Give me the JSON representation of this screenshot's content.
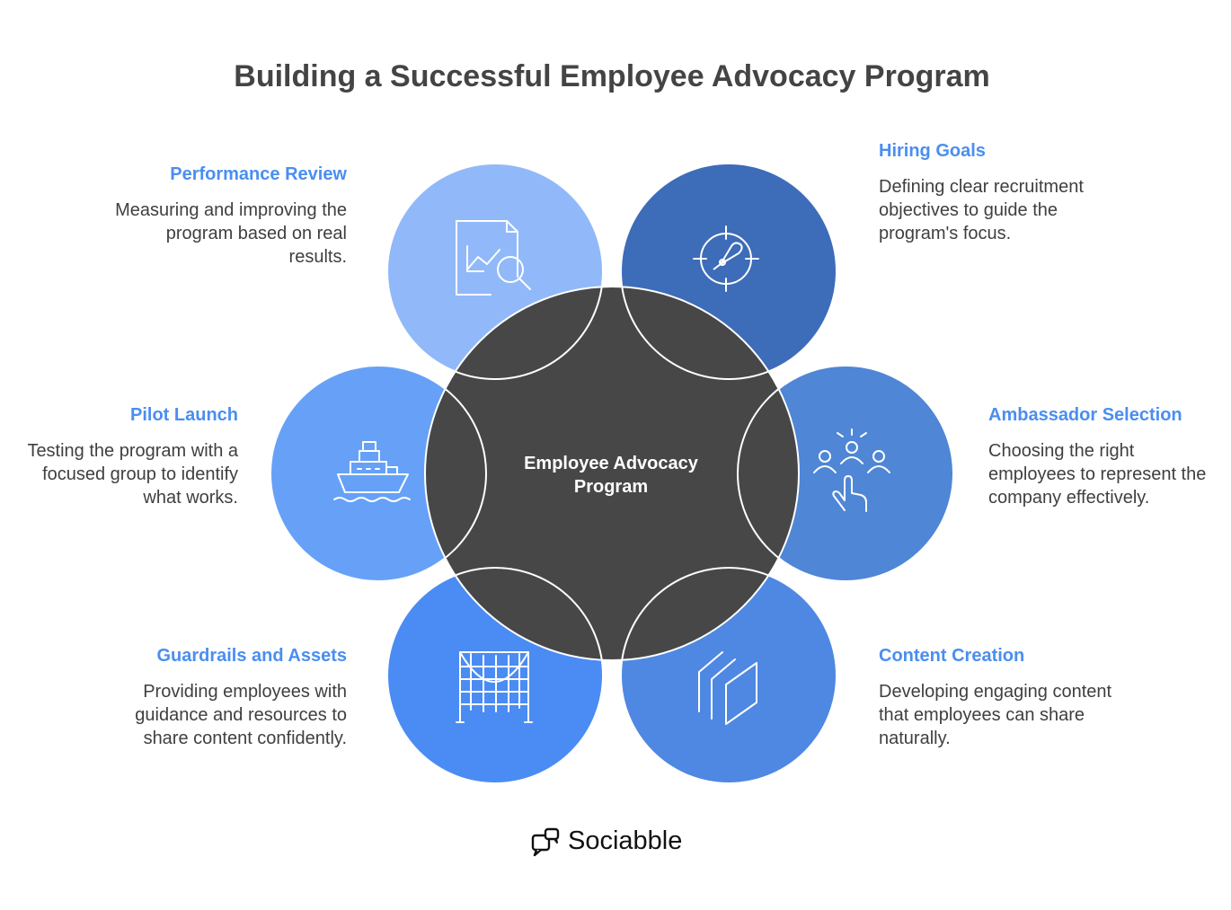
{
  "title": "Building a Successful Employee Advocacy Program",
  "center": {
    "line1": "Employee Advocacy",
    "line2": "Program"
  },
  "segments": [
    {
      "id": "performance",
      "heading": "Performance Review",
      "description": "Measuring and improving the program based on real results.",
      "icon": "report-magnifier-icon",
      "color": "#91b9f9"
    },
    {
      "id": "hiring",
      "heading": "Hiring Goals",
      "description": "Defining clear recruitment objectives to guide the program's focus.",
      "icon": "target-icon",
      "color": "#3d6cb9"
    },
    {
      "id": "pilot",
      "heading": "Pilot Launch",
      "description": "Testing the program with a focused group to identify what works.",
      "icon": "ship-icon",
      "color": "#66a1f7"
    },
    {
      "id": "ambassador",
      "heading": "Ambassador Selection",
      "description": "Choosing the right employees to represent the company effectively.",
      "icon": "people-select-icon",
      "color": "#4f86d6"
    },
    {
      "id": "guardrails",
      "heading": "Guardrails and Assets",
      "description": "Providing employees with guidance and resources to share content confidently.",
      "icon": "net-icon",
      "color": "#4a8cf3"
    },
    {
      "id": "content",
      "heading": "Content Creation",
      "description": "Developing engaging content that employees can share naturally.",
      "icon": "layers-icon",
      "color": "#4f88e2"
    }
  ],
  "colors": {
    "center": "#474747",
    "heading": "#4a8ef0",
    "text": "#3f3f3f"
  },
  "logo": {
    "text": "Sociabble",
    "icon": "chat-bubbles-icon"
  }
}
